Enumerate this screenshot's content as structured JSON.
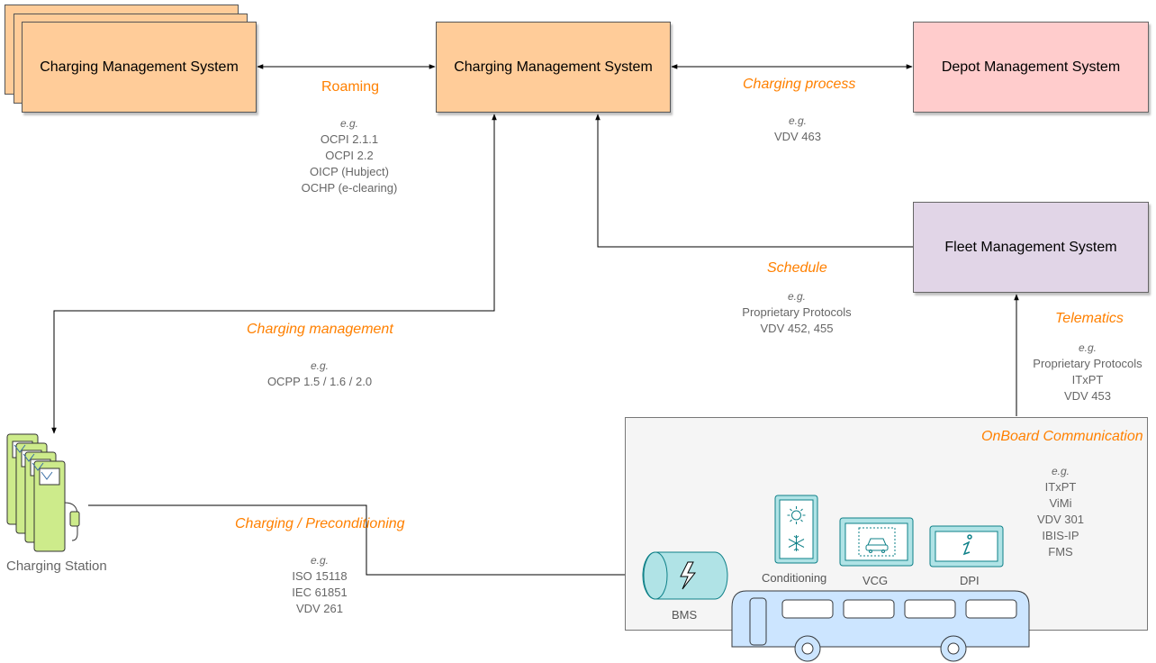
{
  "nodes": {
    "cms_left": "Charging Management System",
    "cms_center": "Charging Management System",
    "depot": "Depot Management System",
    "fleet": "Fleet Management System",
    "charging_station": "Charging Station",
    "onboard": "OnBoard Communication",
    "bms": "BMS",
    "conditioning": "Conditioning",
    "vcg": "VCG",
    "dpi": "DPI"
  },
  "edges": {
    "roaming": {
      "label": "Roaming",
      "eg": "e.g.",
      "lines": [
        "OCPI 2.1.1",
        "OCPI 2.2",
        "OICP (Hubject)",
        "OCHP (e-clearing)"
      ]
    },
    "charging_process": {
      "label": "Charging process",
      "eg": "e.g.",
      "lines": [
        "VDV 463"
      ]
    },
    "schedule": {
      "label": "Schedule",
      "eg": "e.g.",
      "lines": [
        "Proprietary Protocols",
        "VDV 452, 455"
      ]
    },
    "telematics": {
      "label": "Telematics",
      "eg": "e.g.",
      "lines": [
        "Proprietary Protocols",
        "ITxPT",
        "VDV 453"
      ]
    },
    "charging_management": {
      "label": "Charging management",
      "eg": "e.g.",
      "lines": [
        "OCPP 1.5 / 1.6 / 2.0"
      ]
    },
    "preconditioning": {
      "label": "Charging / Preconditioning",
      "eg": "e.g.",
      "lines": [
        "ISO 15118",
        "IEC 61851",
        "VDV 261"
      ]
    },
    "onboard": {
      "eg": "e.g.",
      "lines": [
        "ITxPT",
        "ViMi",
        "VDV 301",
        "IBIS-IP",
        "FMS"
      ]
    }
  },
  "colors": {
    "orange_fill": "#ffcc99",
    "pink_fill": "#ffcccc",
    "lilac_fill": "#e1d5e7",
    "label_orange": "#ff8000",
    "station_green": "#cdeb8b",
    "device_teal": "#b0e3e6",
    "bus_blue": "#cce5ff",
    "panel_gray": "#f5f5f5"
  },
  "icons": [
    "charging-station-icon",
    "battery-lightning-icon",
    "sun-icon",
    "snowflake-icon",
    "car-icon",
    "info-icon",
    "bus-icon"
  ]
}
